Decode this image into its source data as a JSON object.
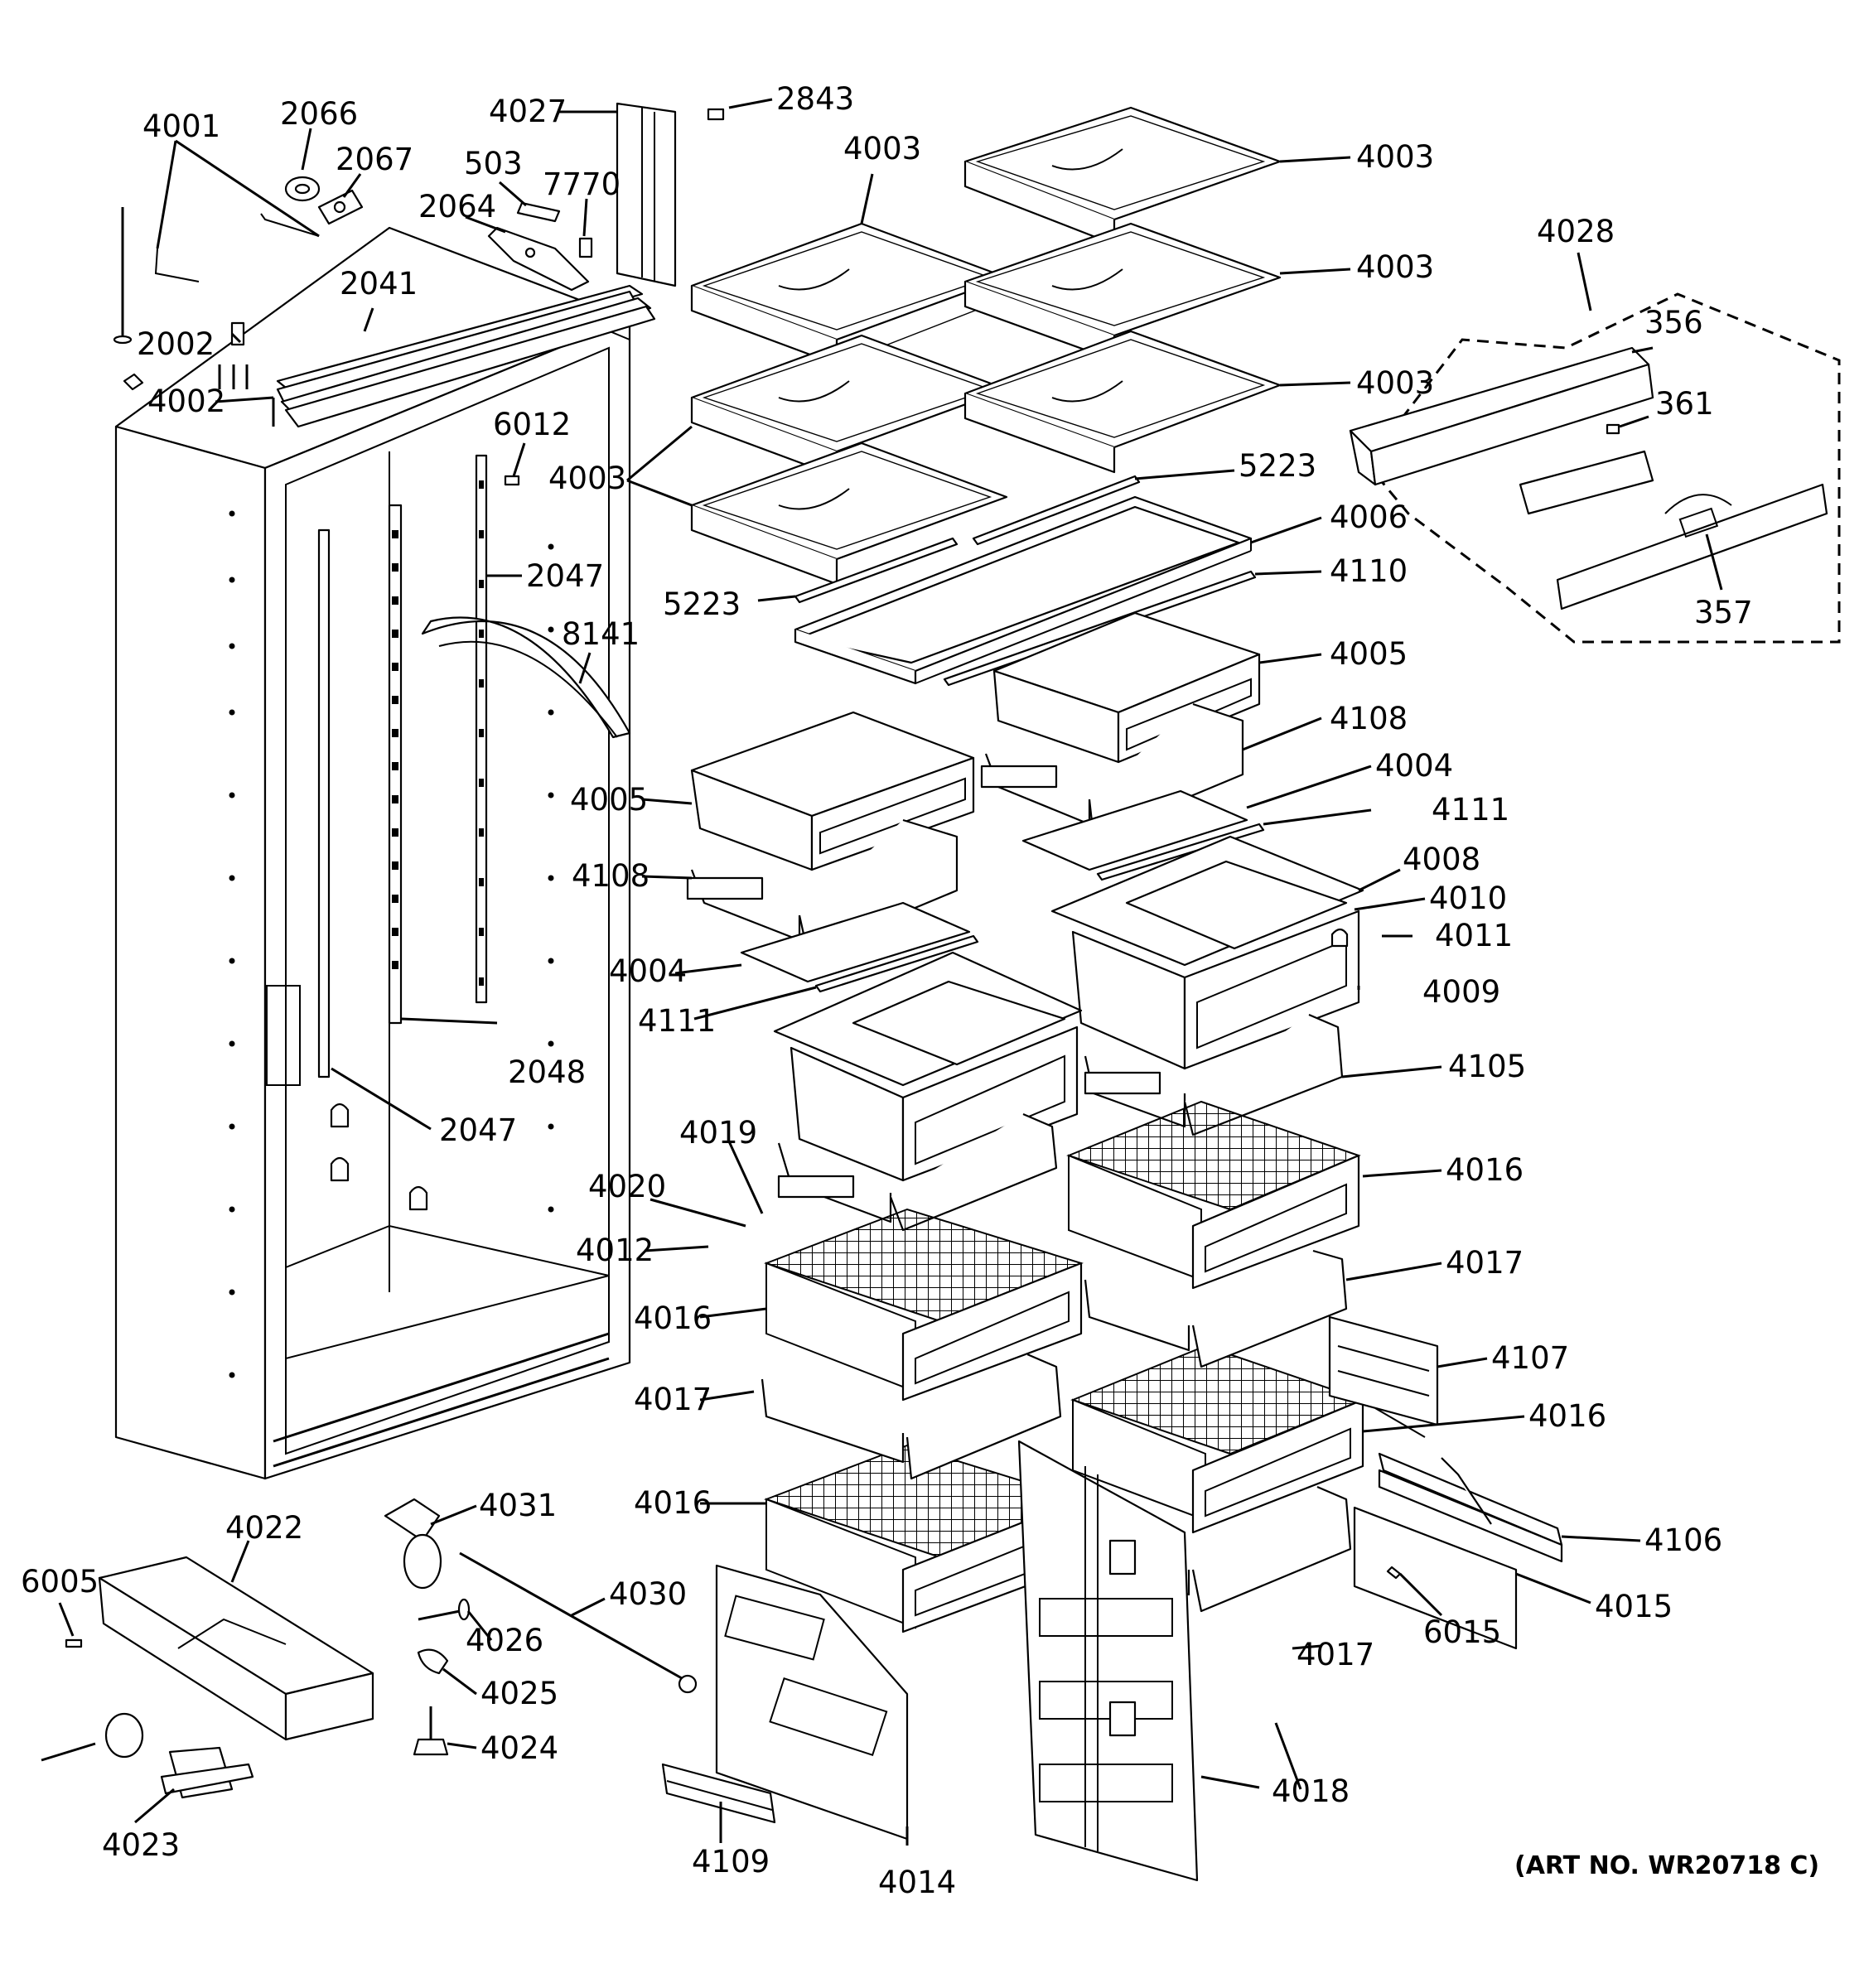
{
  "labels": {
    "l4001": "4001",
    "l2066": "2066",
    "l2067": "2067",
    "l2064": "2064",
    "l503": "503",
    "l7770": "7770",
    "l4027": "4027",
    "l2843": "2843",
    "l4003a": "4003",
    "l4003b": "4003",
    "l4003c": "4003",
    "l4003d": "4003",
    "l4003e": "4003",
    "l4028": "4028",
    "l356": "356",
    "l361": "361",
    "l357": "357",
    "l2041": "2041",
    "l2002": "2002",
    "l4002": "4002",
    "l6012": "6012",
    "l2047a": "2047",
    "l8141": "8141",
    "l5223a": "5223",
    "l5223b": "5223",
    "l4006": "4006",
    "l4110": "4110",
    "l4005a": "4005",
    "l4005b": "4005",
    "l4108a": "4108",
    "l4108b": "4108",
    "l4004a": "4004",
    "l4004b": "4004",
    "l4111a": "4111",
    "l4111b": "4111",
    "l4008": "4008",
    "l4010": "4010",
    "l4011": "4011",
    "l4009": "4009",
    "l4105": "4105",
    "l2048": "2048",
    "l2047b": "2047",
    "l4019": "4019",
    "l4020": "4020",
    "l4012": "4012",
    "l4016a": "4016",
    "l4016b": "4016",
    "l4016c": "4016",
    "l4016d": "4016",
    "l4017a": "4017",
    "l4017b": "4017",
    "l4017c": "4017",
    "l4107": "4107",
    "l4031": "4031",
    "l4022": "4022",
    "l6005": "6005",
    "l4030": "4030",
    "l4026": "4026",
    "l4025": "4025",
    "l4024": "4024",
    "l4023": "4023",
    "l4106": "4106",
    "l4015": "4015",
    "l6015": "6015",
    "l4018": "4018",
    "l4109": "4109",
    "l4014": "4014"
  },
  "art_number": "(ART NO. WR20718 C)"
}
